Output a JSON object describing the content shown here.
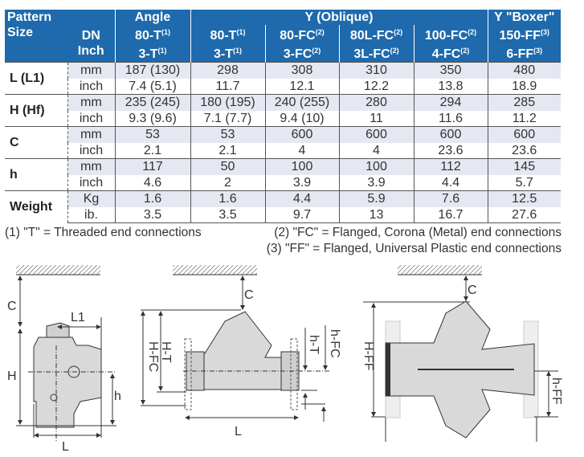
{
  "table": {
    "header1": {
      "pattern": "Pattern",
      "angle": "Angle",
      "oblique": "Y (Oblique)",
      "boxer": "Y \"Boxer\""
    },
    "header2": {
      "size": "Size",
      "dn": "DN",
      "inch": "Inch",
      "models": [
        {
          "dn": "80-T",
          "dn_note": "(1)",
          "inch": "3-T",
          "inch_note": "(1)"
        },
        {
          "dn": "80-T",
          "dn_note": "(1)",
          "inch": "3-T",
          "inch_note": "(1)"
        },
        {
          "dn": "80-FC",
          "dn_note": "(2)",
          "inch": "3-FC",
          "inch_note": "(2)"
        },
        {
          "dn": "80L-FC",
          "dn_note": "(2)",
          "inch": "3L-FC",
          "inch_note": "(2)"
        },
        {
          "dn": "100-FC",
          "dn_note": "(2)",
          "inch": "4-FC",
          "inch_note": "(2)"
        },
        {
          "dn": "150-FF",
          "dn_note": "(3)",
          "inch": "6-FF",
          "inch_note": "(3)"
        }
      ]
    },
    "rows": [
      {
        "label": "L (L1)",
        "u1": "mm",
        "v1": [
          "187 (130)",
          "298",
          "308",
          "310",
          "350",
          "480"
        ],
        "u2": "inch",
        "v2": [
          "7.4 (5.1)",
          "11.7",
          "12.1",
          "12.2",
          "13.8",
          "18.9"
        ]
      },
      {
        "label": "H (Hf)",
        "u1": "mm",
        "v1": [
          "235 (245)",
          "180 (195)",
          "240 (255)",
          "280",
          "294",
          "285"
        ],
        "u2": "inch",
        "v2": [
          "9.3 (9.6)",
          "7.1 (7.7)",
          "9.4 (10)",
          "11",
          "11.6",
          "11.2"
        ]
      },
      {
        "label": "C",
        "u1": "mm",
        "v1": [
          "53",
          "53",
          "600",
          "600",
          "600",
          "600"
        ],
        "u2": "inch",
        "v2": [
          "2.1",
          "2.1",
          "4",
          "4",
          "23.6",
          "23.6"
        ]
      },
      {
        "label": "h",
        "u1": "mm",
        "v1": [
          "117",
          "50",
          "100",
          "100",
          "112",
          "145"
        ],
        "u2": "inch",
        "v2": [
          "4.6",
          "2",
          "3.9",
          "3.9",
          "4.4",
          "5.7"
        ]
      },
      {
        "label": "Weight",
        "u1": "Kg",
        "v1": [
          "1.6",
          "1.6",
          "4.4",
          "5.9",
          "7.6",
          "12.5"
        ],
        "u2": "ib.",
        "v2": [
          "3.5",
          "3.5",
          "9.7",
          "13",
          "16.7",
          "27.6"
        ]
      }
    ]
  },
  "footnotes": {
    "n1": "(1) \"T\" = Threaded end connections",
    "n2": "(2) \"FC\" = Flanged, Corona (Metal) end connections",
    "n3": "(3) \"FF\" = Flanged, Universal Plastic end connections"
  },
  "diagrams": {
    "angle": {
      "c": "C",
      "l1": "L1",
      "h_big": "H",
      "h_small": "h",
      "l": "L"
    },
    "oblique": {
      "c": "C",
      "h_fc": "H-FC",
      "h_t": "H-T",
      "h_t_small": "h-T",
      "h_fc_small": "h-FC",
      "l": "L"
    },
    "boxer": {
      "c": "C",
      "h_ff": "H-FF",
      "h_ff_small": "h-FF"
    }
  },
  "colors": {
    "header": "#1e6aad",
    "mm_row": "#e5e7f1"
  }
}
